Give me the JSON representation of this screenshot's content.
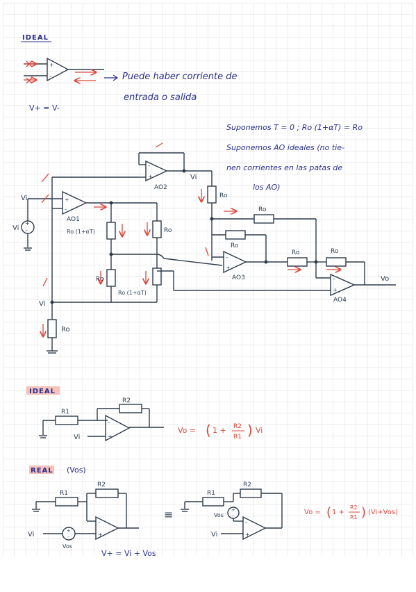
{
  "colors": {
    "grid": "#dcdcdc",
    "wire": "#2e3b4a",
    "red": "#d9483b",
    "blue": "#2a2f8c",
    "label_red_bg": "#f2a8a0"
  },
  "section1": {
    "heading": "IDEAL",
    "note_line1": "Puede haber corriente de",
    "note_line2": "entrada o salida",
    "equation": "V+ = V-",
    "assumptions": [
      "Suponemos T = 0 ; Ro (1+αT) = Ro",
      "Suponemos AO ideales (no tie-",
      "nen corrientes en las patas de",
      "los AO)"
    ],
    "circuit": {
      "labels": {
        "vi": "Vi",
        "ao1": "AO1",
        "ao2": "AO2",
        "ao3": "AO3",
        "ao4": "AO4",
        "vo": "Vo",
        "r_top": "Ro",
        "r_ao3_fb": "Ro",
        "r_ao3_mid": "Ro",
        "r_ao3_out": "Ro",
        "r_ao4_fb": "Ro",
        "r_bridge_tl": "Ro (1+αT)",
        "r_bridge_tr": "Ro",
        "r_bridge_bl": "Ro",
        "r_bridge_br": "Ro (1+αT)",
        "r_ground": "Ro",
        "plus": "+",
        "minus": "-"
      }
    }
  },
  "section2": {
    "heading": "IDEAL",
    "r1": "R1",
    "r2": "R2",
    "vi": "Vi",
    "formula_lhs": "Vo =",
    "formula_one": "1 +",
    "formula_num": "R2",
    "formula_den": "R1",
    "formula_tail": "Vi"
  },
  "section3": {
    "heading": "REAL",
    "subtitle": "(Vos)",
    "r1": "R1",
    "r2": "R2",
    "vi": "Vi",
    "vos": "Vos",
    "equiv": "≡",
    "bottom_eq": "V+ = Vi + Vos",
    "formula_lhs": "Vo =",
    "formula_one": "1 +",
    "formula_num": "R2",
    "formula_den": "R1",
    "formula_tail": "(Vi+Vos)"
  }
}
